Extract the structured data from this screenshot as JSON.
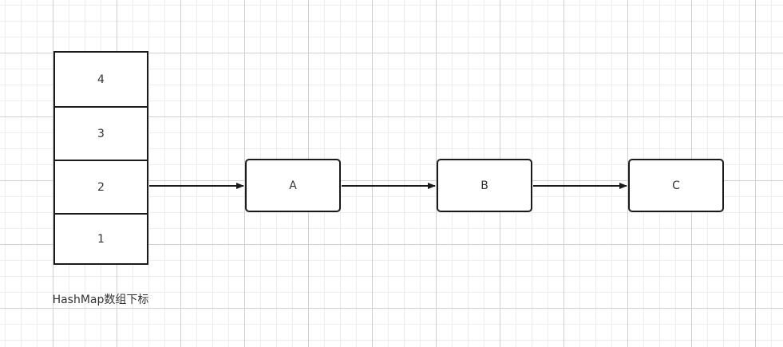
{
  "array": {
    "cells": [
      "4",
      "3",
      "2",
      "1"
    ]
  },
  "nodes": {
    "a": "A",
    "b": "B",
    "c": "C"
  },
  "caption": "HashMap数组下标"
}
